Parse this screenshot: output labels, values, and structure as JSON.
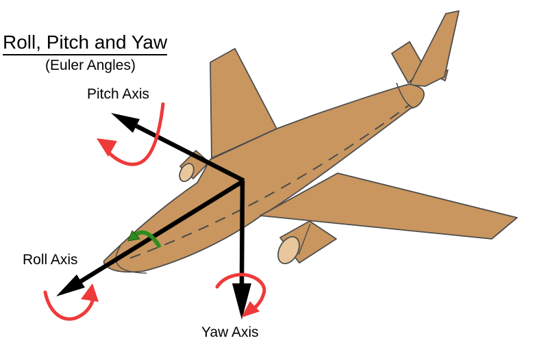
{
  "title": "Roll, Pitch and Yaw",
  "subtitle": "(Euler Angles)",
  "axis_labels": {
    "pitch": "Pitch Axis",
    "roll": "Roll Axis",
    "yaw": "Yaw Axis"
  },
  "diagram": {
    "type": "aircraft-euler-angles",
    "axes": [
      "Roll",
      "Pitch",
      "Yaw"
    ]
  },
  "colors": {
    "airplane_body": "#c9965f",
    "engine_face": "#e9c79c",
    "outline": "#4d4d4d",
    "centerline": "#4a4a4a",
    "axis_black": "#000000",
    "arrow_red": "#ee3a3a",
    "indicator_green": "#2e8c1e",
    "indicator_green_dark": "#1a5a10",
    "background": "#ffffff",
    "text": "#000000"
  }
}
